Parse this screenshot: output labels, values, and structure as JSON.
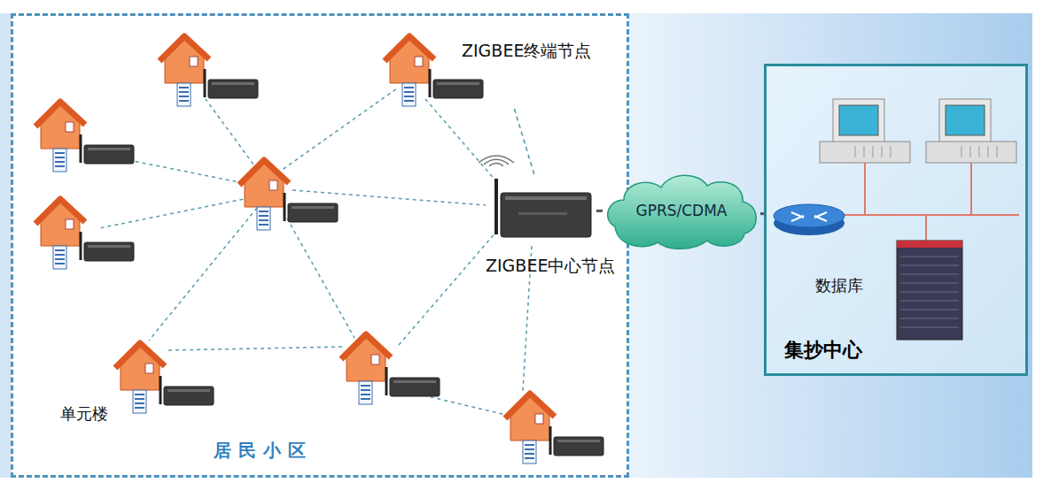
{
  "diagram": {
    "nodes": [
      {
        "text": [
          "居民小区"
        ]
      },
      {
        "text": [
          "ZIGBEE终端节点"
        ],
        "in": 0
      },
      {
        "text": [
          "ZIGBEE中心节点"
        ],
        "in": 0
      },
      {
        "text": [
          "单元楼"
        ],
        "in": 0
      },
      {
        "text": [
          "GPRS/CDMA"
        ]
      },
      {
        "text": [
          "集抄中心"
        ]
      },
      {
        "text": [
          "数据库"
        ],
        "in": 5
      }
    ],
    "edges": [
      {
        "from": 1,
        "to": 2,
        "arrow": "none"
      },
      {
        "from": 2,
        "to": 4,
        "arrow": "none"
      },
      {
        "from": 4,
        "to": 5,
        "arrow": "none"
      }
    ]
  }
}
